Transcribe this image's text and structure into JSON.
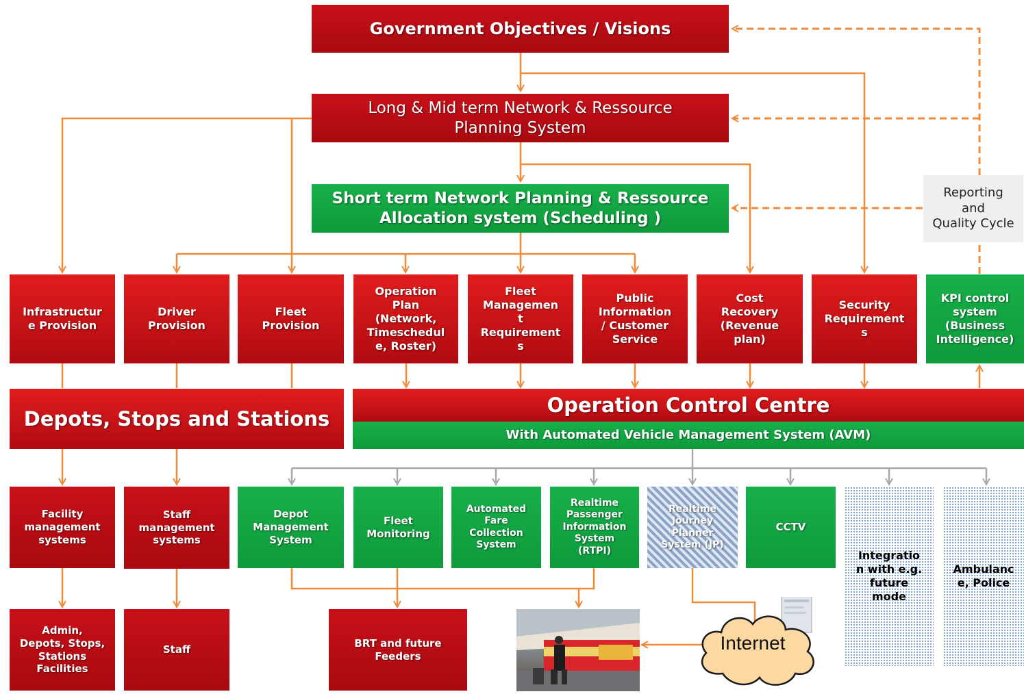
{
  "colors": {
    "red": "#d0141c",
    "green": "#12a744",
    "orange_connector": "#f08a38",
    "grey_connector": "#a8a8a8"
  },
  "top": {
    "objectives": "Government Objectives / Visions",
    "long_mid": "Long & Mid term Network & Ressource\nPlanning System",
    "short_term": "Short term Network  Planning & Ressource\nAllocation system (Scheduling )",
    "reporting": "Reporting\nand\nQuality Cycle"
  },
  "row1": [
    "Infrastructur\ne Provision",
    "Driver\nProvision",
    "Fleet\nProvision",
    "Operation\nPlan\n(Network,\nTimeschedul\ne, Roster)",
    "Fleet\nManagemen\nt\nRequirement\ns",
    "Public\nInformation\n/ Customer\nService",
    "Cost\nRecovery\n(Revenue\nplan)",
    "Security\nRequirement\ns",
    "KPI control\nsystem\n(Business\nIntelligence)"
  ],
  "depots": "Depots, Stops and Stations",
  "occ": {
    "title": "Operation Control Centre",
    "subtitle": "With Automated Vehicle Management System (AVM)"
  },
  "row2": [
    "Facility\nmanagement\nsystems",
    "Staff\nmanagement\nsystems",
    "Depot\nManagement\nSystem",
    "Fleet\nMonitoring",
    "Automated\nFare\nCollection\nSystem",
    "Realtime\nPassenger\nInformation\nSystem\n(RTPI)",
    "Realtime\nJourney\nPlanner\nSystem (JP)",
    "CCTV",
    "Integratio\nn with e.g.\nfuture\nmode",
    "Ambulanc\ne, Police"
  ],
  "row3": {
    "admin": "Admin,\nDepots, Stops,\nStations\nFacilities",
    "staff": "Staff",
    "brt": "BRT and future\nFeeders",
    "internet": "Internet"
  }
}
